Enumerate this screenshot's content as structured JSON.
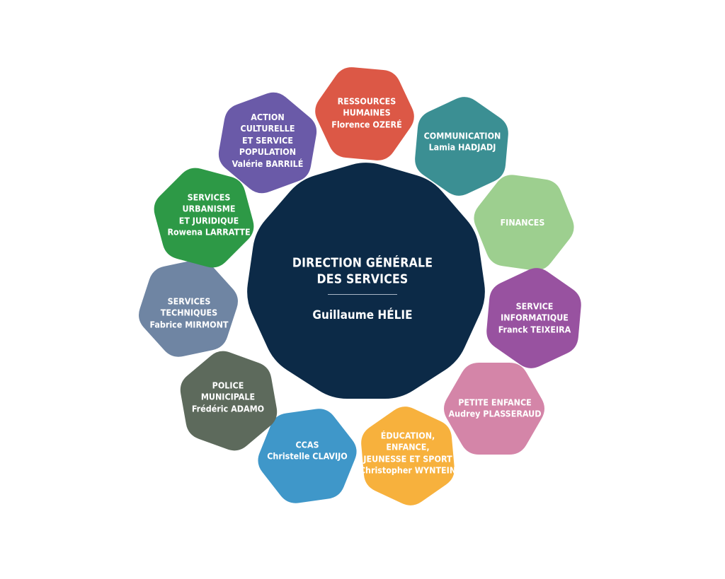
{
  "center": {
    "title_lines": [
      "DIRECTION GÉNÉRALE",
      "DES SERVICES"
    ],
    "name": "Guillaume HÉLIE",
    "color": "#0c2a47"
  },
  "departments": [
    {
      "id": "ressources-humaines",
      "lines": [
        "RESSOURCES",
        "HUMAINES",
        "Florence OZERÉ"
      ],
      "color": "#dc5846"
    },
    {
      "id": "communication",
      "lines": [
        "COMMUNICATION",
        "Lamia HADJADJ"
      ],
      "color": "#3b8f93"
    },
    {
      "id": "finances",
      "lines": [
        "FINANCES"
      ],
      "color": "#9dcf8f"
    },
    {
      "id": "service-informatique",
      "lines": [
        "SERVICE",
        "INFORMATIQUE",
        "Franck TEIXEIRA"
      ],
      "color": "#9852a0"
    },
    {
      "id": "petite-enfance",
      "lines": [
        "PETITE ENFANCE",
        "Audrey PLASSERAUD"
      ],
      "color": "#d485a8"
    },
    {
      "id": "education-enfance-jeunesse-sport",
      "lines": [
        "ÉDUCATION,",
        "ENFANCE,",
        "JEUNESSE ET SPORT",
        "Christopher WYNTEIN"
      ],
      "color": "#f7b13d"
    },
    {
      "id": "ccas",
      "lines": [
        "CCAS",
        "Christelle CLAVIJO"
      ],
      "color": "#3f97c9"
    },
    {
      "id": "police-municipale",
      "lines": [
        "POLICE",
        "MUNICIPALE",
        "Frédéric ADAMO"
      ],
      "color": "#5d6a5c"
    },
    {
      "id": "services-techniques",
      "lines": [
        "SERVICES",
        "TECHNIQUES",
        "Fabrice MIRMONT"
      ],
      "color": "#6f85a3"
    },
    {
      "id": "services-urbanisme-juridique",
      "lines": [
        "SERVICES",
        "URBANISME",
        "ET JURIDIQUE",
        "Rowena LARRATTE"
      ],
      "color": "#2d9946"
    },
    {
      "id": "action-culturelle-service-population",
      "lines": [
        "ACTION",
        "CULTURELLE",
        "ET SERVICE",
        "POPULATION",
        "Valérie BARRILÉ"
      ],
      "color": "#6a5aa8"
    }
  ]
}
